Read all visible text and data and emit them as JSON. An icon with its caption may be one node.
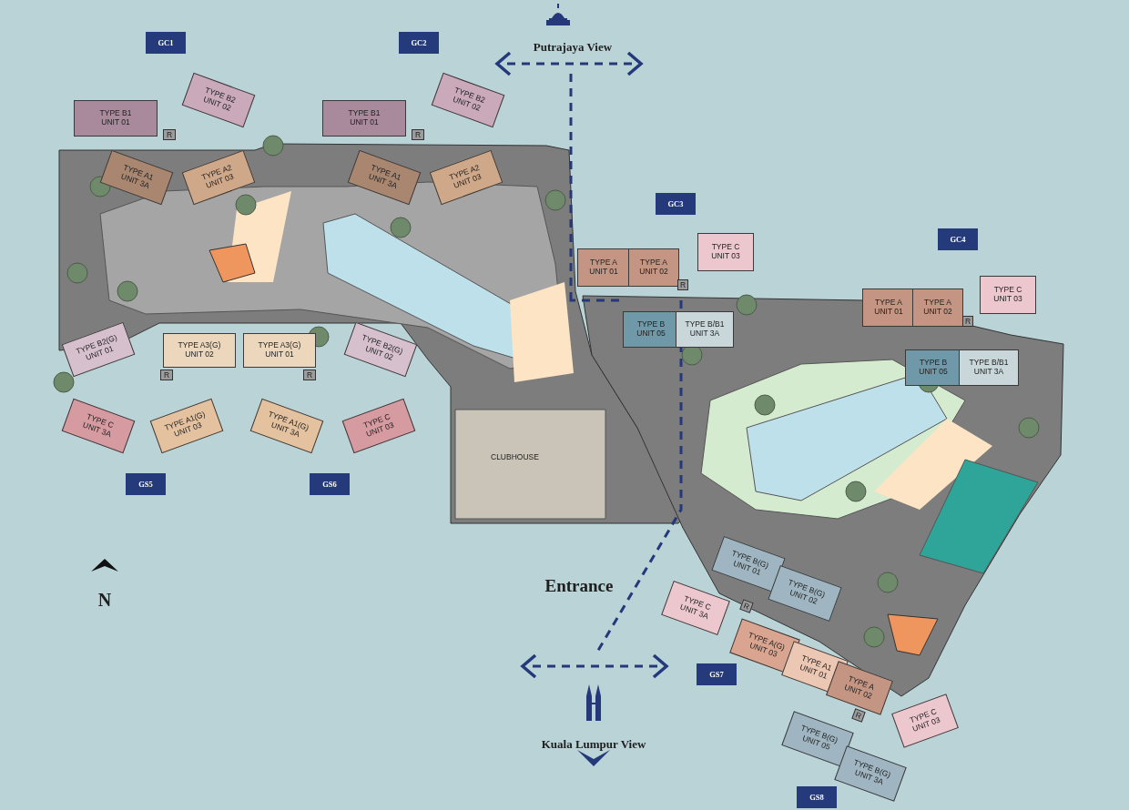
{
  "diagram": {
    "nodes": [
      {
        "text": [
          "GC1"
        ]
      },
      {
        "text": [
          "GC2"
        ]
      },
      {
        "text": [
          "TYPE B1 UNIT 01"
        ]
      },
      {
        "text": [
          "TYPE B2 UNIT 02"
        ]
      },
      {
        "text": [
          "R"
        ]
      },
      {
        "text": [
          "TYPE A1 UNIT 3A"
        ]
      },
      {
        "text": [
          "TYPE A2 UNIT 03"
        ]
      },
      {
        "text": [
          "TYPE B1 UNIT 01"
        ]
      },
      {
        "text": [
          "TYPE B2 UNIT 02"
        ]
      },
      {
        "text": [
          "R"
        ]
      },
      {
        "text": [
          "TYPE A1 UNIT 3A"
        ]
      },
      {
        "text": [
          "TYPE A2 UNIT 03"
        ]
      },
      {
        "text": [
          "GC3"
        ]
      },
      {
        "text": [
          "TYPE A UNIT 01"
        ]
      },
      {
        "text": [
          "TYPE A UNIT 02"
        ]
      },
      {
        "text": [
          "TYPE C UNIT 03"
        ]
      },
      {
        "text": [
          "R"
        ]
      },
      {
        "text": [
          "TYPE B UNIT 05"
        ]
      },
      {
        "text": [
          "TYPE B/B1 UNIT 3A"
        ]
      },
      {
        "text": [
          "GC4"
        ]
      },
      {
        "text": [
          "TYPE A UNIT 01"
        ]
      },
      {
        "text": [
          "TYPE A UNIT 02"
        ]
      },
      {
        "text": [
          "TYPE C UNIT 03"
        ]
      },
      {
        "text": [
          "R"
        ]
      },
      {
        "text": [
          "TYPE B UNIT 05"
        ]
      },
      {
        "text": [
          "TYPE B/B1 UNIT 3A"
        ]
      },
      {
        "text": [
          "TYPE B2(G) UNIT 01"
        ]
      },
      {
        "text": [
          "TYPE A3(G) UNIT 02"
        ]
      },
      {
        "text": [
          "TYPE A3(G) UNIT 01"
        ]
      },
      {
        "text": [
          "TYPE B2(G) UNIT 02"
        ]
      },
      {
        "text": [
          "R"
        ]
      },
      {
        "text": [
          "R"
        ]
      },
      {
        "text": [
          "TYPE C UNIT 3A"
        ]
      },
      {
        "text": [
          "TYPE A1(G) UNIT 03"
        ]
      },
      {
        "text": [
          "TYPE A1(G) UNIT 3A"
        ]
      },
      {
        "text": [
          "TYPE C UNIT 03"
        ]
      },
      {
        "text": [
          "CLUBHOUSE"
        ]
      },
      {
        "text": [
          "GS5"
        ]
      },
      {
        "text": [
          "GS6"
        ]
      },
      {
        "text": [
          "TYPE B(G) UNIT 01"
        ]
      },
      {
        "text": [
          "TYPE B(G) UNIT 02"
        ]
      },
      {
        "text": [
          "TYPE C UNIT 3A"
        ]
      },
      {
        "text": [
          "R"
        ]
      },
      {
        "text": [
          "TYPE A(G) UNIT 03"
        ]
      },
      {
        "text": [
          "TYPE A1 UNIT 01"
        ]
      },
      {
        "text": [
          "TYPE A UNIT 02"
        ]
      },
      {
        "text": [
          "GS7"
        ]
      },
      {
        "text": [
          "R"
        ]
      },
      {
        "text": [
          "TYPE C UNIT 03"
        ]
      },
      {
        "text": [
          "TYPE B(G) UNIT 05"
        ]
      },
      {
        "text": [
          "TYPE B(G) UNIT 3A"
        ]
      },
      {
        "text": [
          "GS8"
        ]
      }
    ],
    "labels": [
      "Putrajaya View",
      "Entrance",
      "Kuala Lumpur View",
      "N"
    ]
  }
}
